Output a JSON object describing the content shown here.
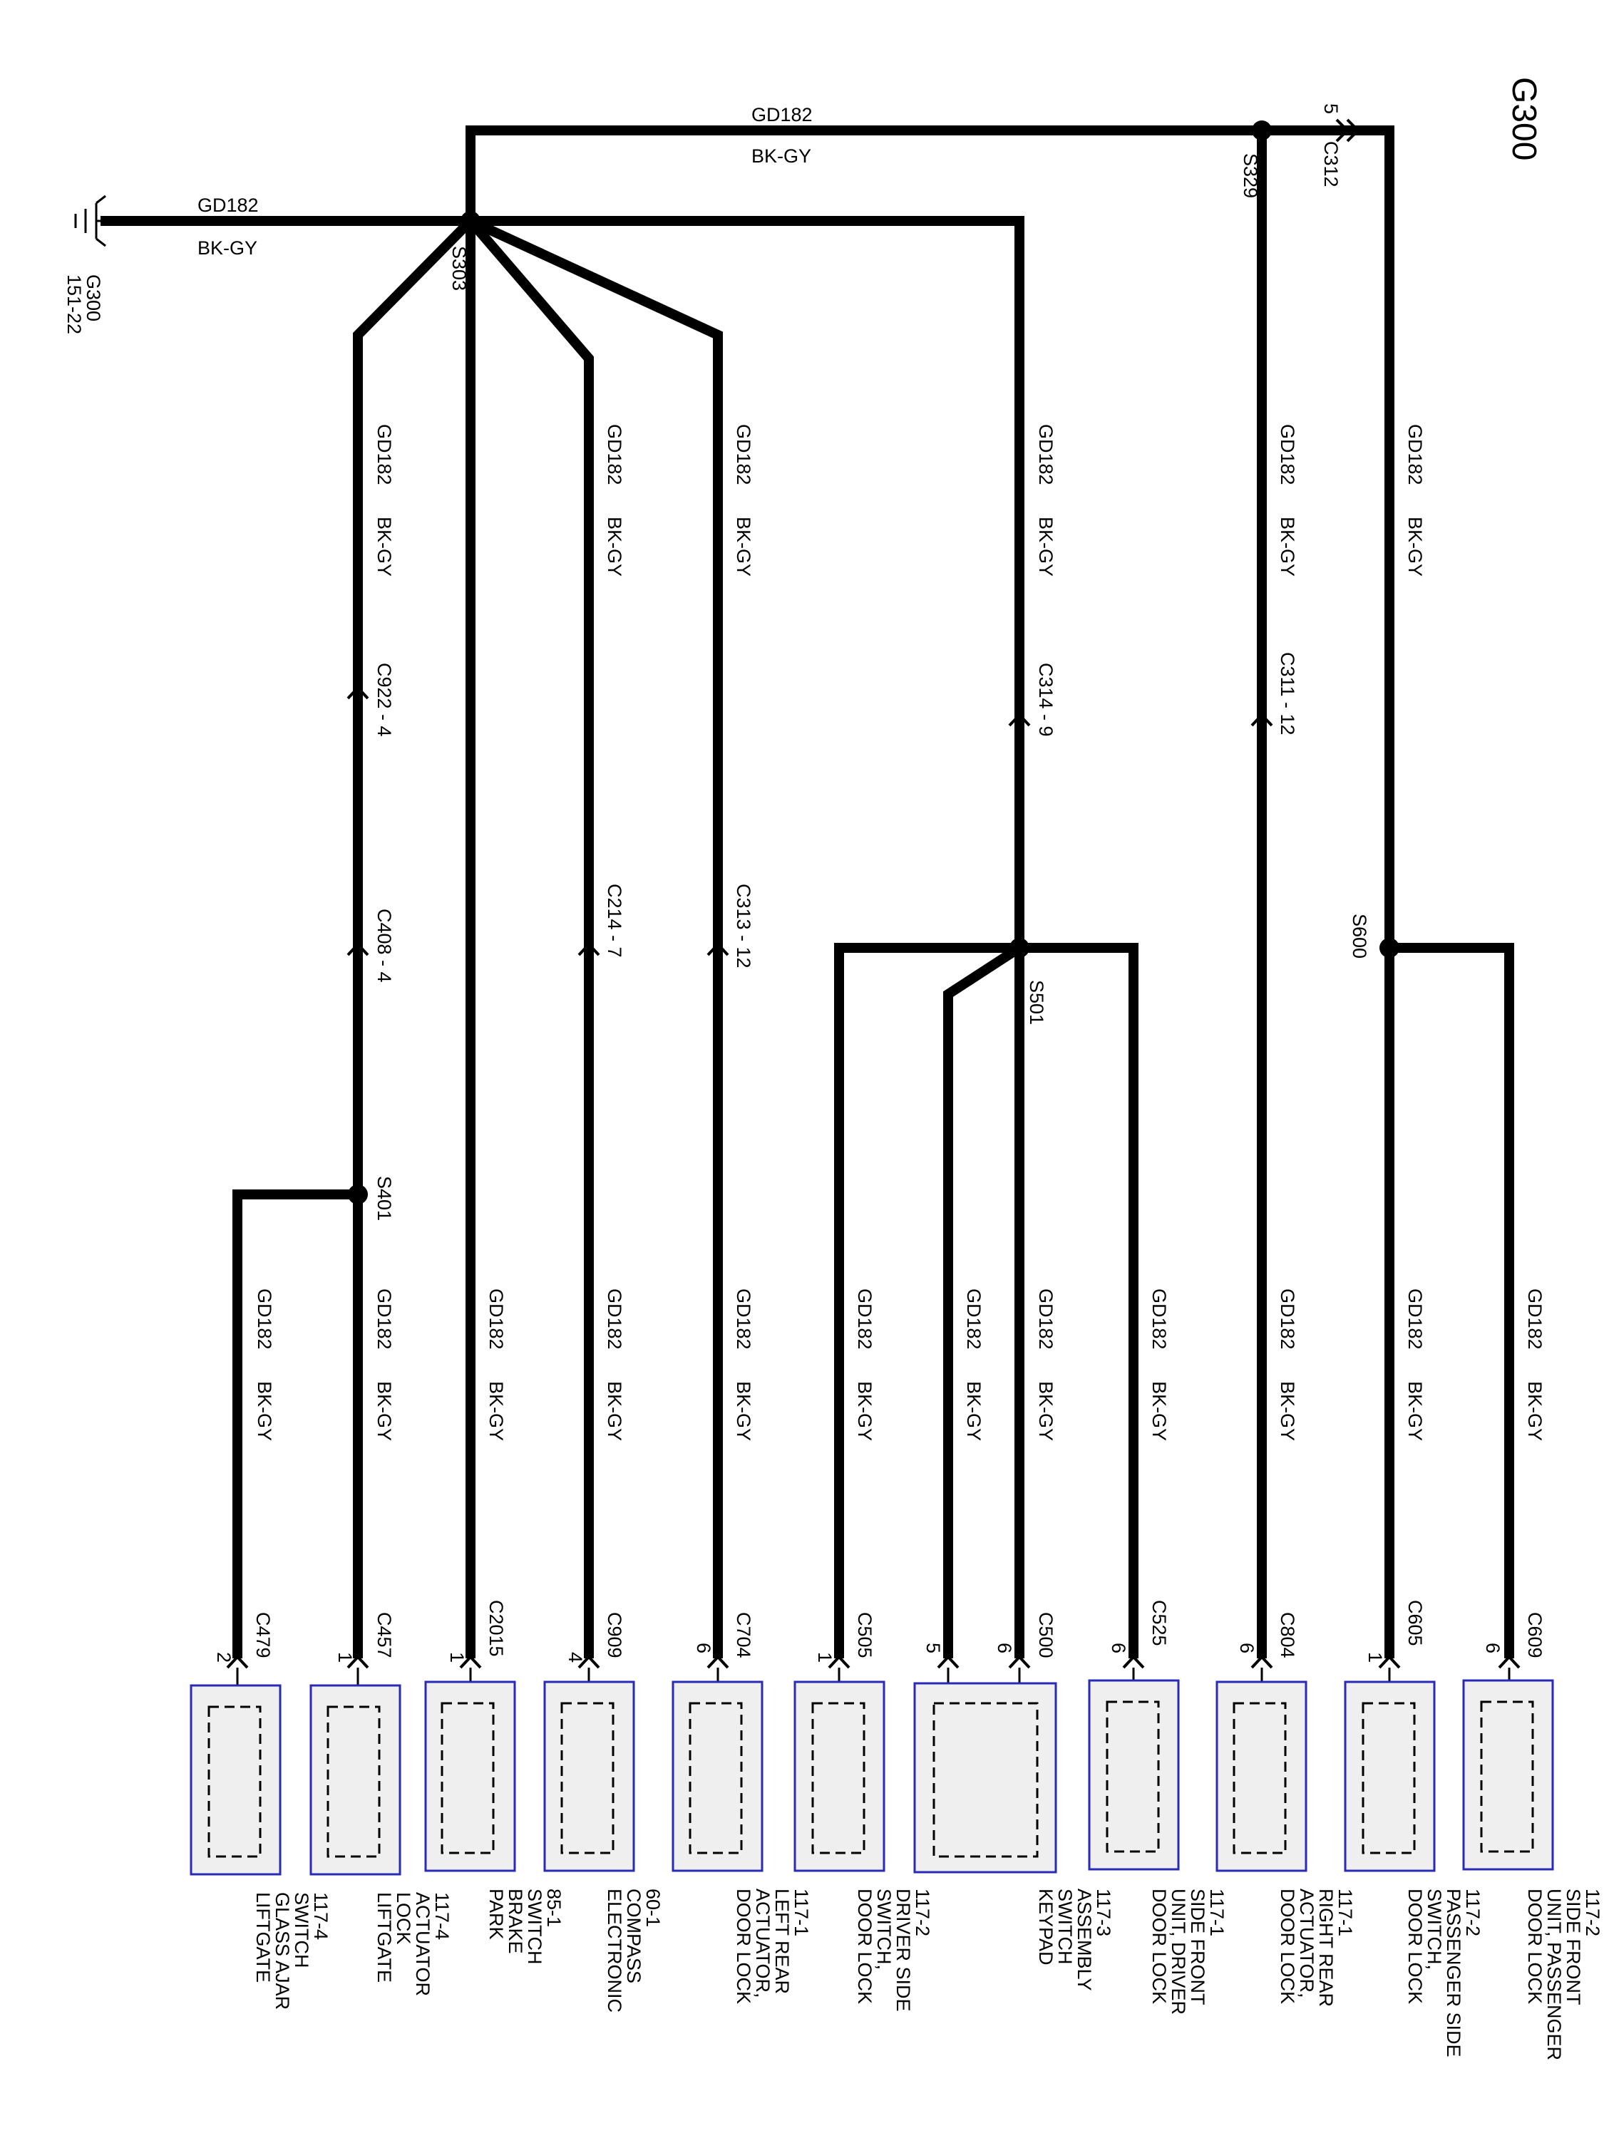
{
  "ground": {
    "name": "G300",
    "symbol_name": "ground-symbol",
    "ref_name": "G300",
    "ref_page": "151-22"
  },
  "main_wire": {
    "circuit": "GD182",
    "color": "BK-GY"
  },
  "splices": [
    {
      "id": "S303"
    },
    {
      "id": "S329"
    },
    {
      "id": "S401"
    },
    {
      "id": "S501"
    },
    {
      "id": "S600"
    }
  ],
  "inline_connectors": [
    {
      "id": "C312",
      "pin": "5"
    },
    {
      "id": "C922 - 4"
    },
    {
      "id": "C408 - 4"
    },
    {
      "id": "C214 - 7"
    },
    {
      "id": "C313 - 12"
    },
    {
      "id": "C314 - 9"
    },
    {
      "id": "C311 - 12"
    }
  ],
  "components": [
    {
      "connector": "C479",
      "pin": "2",
      "lines": [
        "LIFTGATE",
        "GLASS AJAR",
        "SWITCH",
        "117-4"
      ]
    },
    {
      "connector": "C457",
      "pin": "1",
      "lines": [
        "LIFTGATE",
        "LOCK",
        "ACTUATOR",
        "117-4"
      ]
    },
    {
      "connector": "C2015",
      "pin": "1",
      "lines": [
        "PARK",
        "BRAKE",
        "SWITCH",
        "85-1"
      ]
    },
    {
      "connector": "C909",
      "pin": "4",
      "lines": [
        "ELECTRONIC",
        "COMPASS",
        "60-1"
      ]
    },
    {
      "connector": "C704",
      "pin": "6",
      "lines": [
        "DOOR LOCK",
        "ACTUATOR,",
        "LEFT REAR",
        "117-1"
      ]
    },
    {
      "connector": "C505",
      "pin": "1",
      "lines": [
        "DOOR LOCK",
        "SWITCH,",
        "DRIVER SIDE",
        "117-2"
      ]
    },
    {
      "connector": "C500",
      "pin": "6",
      "pin2": "5",
      "lines": [
        "KEYPAD",
        "SWITCH",
        "ASSEMBLY",
        "117-3"
      ]
    },
    {
      "connector": "C525",
      "pin": "6",
      "lines": [
        "DOOR LOCK",
        "UNIT, DRIVER",
        "SIDE FRONT",
        "117-1"
      ]
    },
    {
      "connector": "C804",
      "pin": "6",
      "lines": [
        "DOOR LOCK",
        "ACTUATOR,",
        "RIGHT REAR",
        "117-1"
      ]
    },
    {
      "connector": "C605",
      "pin": "1",
      "lines": [
        "DOOR LOCK",
        "SWITCH,",
        "PASSENGER SIDE",
        "117-2"
      ]
    },
    {
      "connector": "C609",
      "pin": "6",
      "lines": [
        "DOOR LOCK",
        "UNIT, PASSENGER",
        "SIDE FRONT",
        "117-2"
      ]
    }
  ]
}
